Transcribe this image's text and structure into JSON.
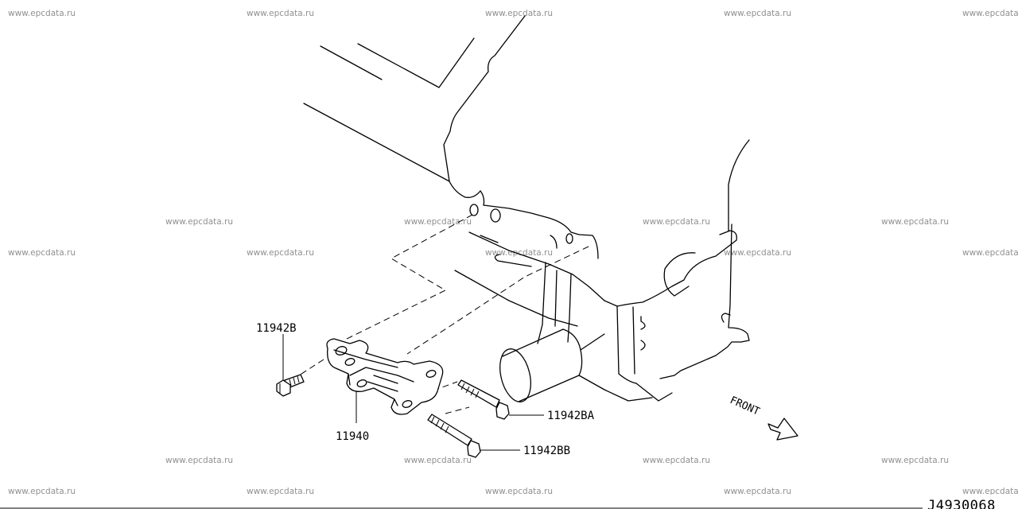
{
  "watermark": "www.epcdata.ru",
  "parts": {
    "bolt_b": "11942B",
    "bracket": "11940",
    "bolt_ba": "11942BA",
    "bolt_bb": "11942BB"
  },
  "front_label": "FRONT",
  "diagram_code": "J4930068"
}
